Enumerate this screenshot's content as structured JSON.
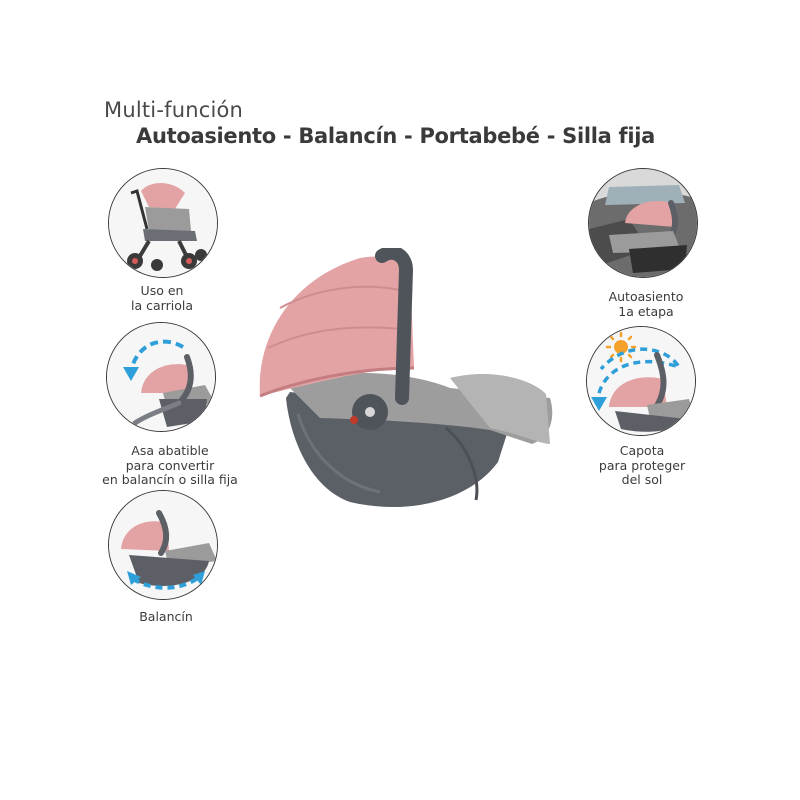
{
  "header": {
    "subtitle": "Multi-función",
    "title": "Autoasiento - Balancín - Portabebé - Silla fija"
  },
  "features": {
    "stroller": {
      "lines": [
        "Uso en",
        "la carriola"
      ],
      "icon": "stroller-icon"
    },
    "handle": {
      "lines": [
        "Asa abatible",
        "para convertir",
        "en balancín o silla fija"
      ],
      "icon": "rotate-arrow-icon"
    },
    "rocker": {
      "lines": [
        "Balancín"
      ],
      "icon": "rocking-arrow-icon"
    },
    "car": {
      "lines": [
        "Autoasiento",
        "1a etapa"
      ],
      "icon": "car-seat-icon"
    },
    "canopy": {
      "lines": [
        "Capota",
        "para proteger",
        "del sol"
      ],
      "icon": "sun-icon"
    }
  },
  "colors": {
    "pink": "#e3a3a5",
    "gray_shell": "#5a5f66",
    "gray_fabric": "#a7a7a7",
    "arrow_blue": "#2f9fd9",
    "sun_orange": "#f3a12b"
  }
}
